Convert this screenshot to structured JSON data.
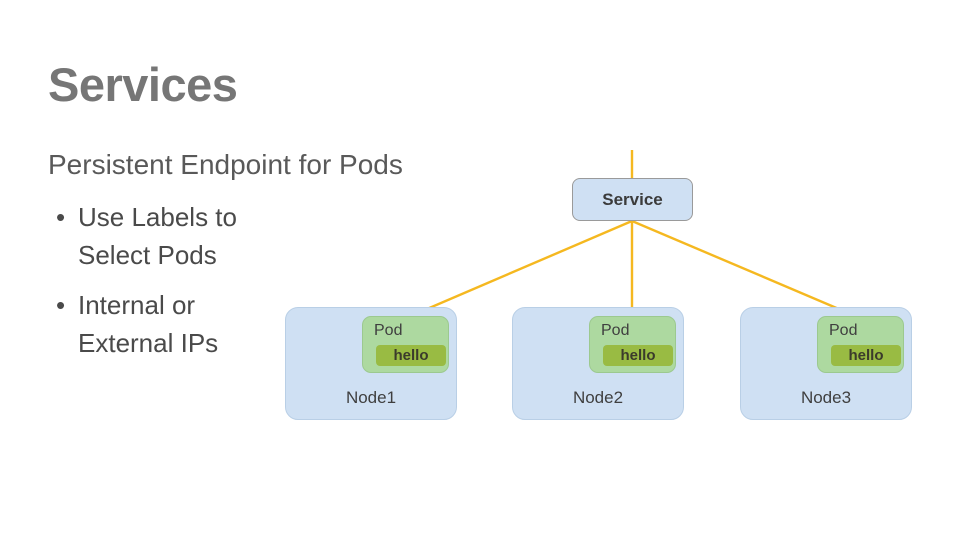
{
  "slide": {
    "title": "Services",
    "subtitle": "Persistent Endpoint for Pods",
    "bullets": [
      {
        "marker": "•",
        "text": "Use Labels to\nSelect Pods"
      },
      {
        "marker": "•",
        "text": "Internal or\nExternal IPs"
      }
    ]
  },
  "diagram": {
    "service": {
      "label": "Service"
    },
    "nodes": [
      {
        "label": "Node1",
        "pod": {
          "label": "Pod",
          "container": "hello"
        }
      },
      {
        "label": "Node2",
        "pod": {
          "label": "Pod",
          "container": "hello"
        }
      },
      {
        "label": "Node3",
        "pod": {
          "label": "Pod",
          "container": "hello"
        }
      }
    ]
  },
  "colors": {
    "background": "#ffffff",
    "title_gray": "#767676",
    "body_gray": "#4a4a4a",
    "node_blue": "#cfe0f3",
    "node_border": "#b9cfe6",
    "service_border": "#9a9a9a",
    "pod_green": "#add9a0",
    "pod_border": "#9cc98f",
    "container_green": "#99bb43",
    "edge_orange": "#f5b820"
  }
}
